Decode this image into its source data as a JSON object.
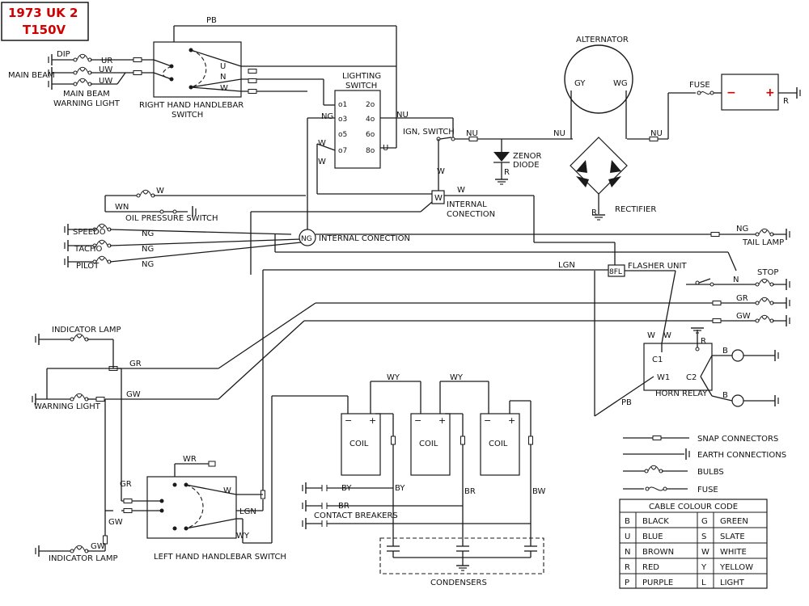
{
  "title": {
    "line1": "1973 UK 2",
    "line2": "T150V"
  },
  "components": {
    "dip": "DIP",
    "main_beam": "MAIN BEAM",
    "main_beam_warning_1": "MAIN BEAM",
    "main_beam_warning_2": "WARNING LIGHT",
    "rh_switch_1": "RIGHT HAND HANDLEBAR",
    "rh_switch_2": "SWITCH",
    "lighting_switch_1": "LIGHTING",
    "lighting_switch_2": "SWITCH",
    "ign_switch": "IGN, SWITCH",
    "alternator": "ALTERNATOR",
    "fuse": "FUSE",
    "zenor_1": "ZENOR",
    "zenor_2": "DIODE",
    "rectifier": "RECTIFIER",
    "oil_pressure": "OIL PRESSURE SWITCH",
    "internal_1": "INTERNAL",
    "internal_2": "CONECTION",
    "internal_conection": "INTERNAL CONECTION",
    "speedo": "SPEEDO",
    "tacho": "TACHO",
    "pilot": "PILOT",
    "tail_lamp": "TAIL LAMP",
    "flasher_unit": "FLASHER UNIT",
    "stop": "STOP",
    "indicator_lamp_top": "INDICATOR LAMP",
    "warning_light": "WARNING LIGHT",
    "horn_relay": "HORN RELAY",
    "coil": "COIL",
    "contact_breakers": "CONTACT  BREAKERS",
    "lh_switch": "LEFT HAND HANDLEBAR SWITCH",
    "indicator_lamp_bottom": "INDICATOR LAMP",
    "condensers": "CONDENSERS"
  },
  "terminals": {
    "gy": "GY",
    "wg": "WG",
    "r": "R",
    "ng_mark": "NG",
    "w_mark": "W",
    "fl_mark": "8FL",
    "c1": "C1",
    "c2": "C2",
    "w1": "W1",
    "b": "B",
    "minus": "−",
    "plus": "+",
    "sw1": "o1",
    "sw2": "2o",
    "sw3": "o3",
    "sw4": "4o",
    "sw5": "o5",
    "sw6": "6o",
    "sw7": "o7",
    "sw8": "8o"
  },
  "wire_labels": {
    "pb": "PB",
    "ur": "UR",
    "uw": "UW",
    "u": "U",
    "n": "N",
    "w": "W",
    "nu": "NU",
    "wn": "WN",
    "ng": "NG",
    "lgn": "LGN",
    "gr": "GR",
    "gw": "GW",
    "wy": "WY",
    "by": "BY",
    "br": "BR",
    "bw": "BW",
    "wr": "WR"
  },
  "legend": {
    "snap": "SNAP  CONNECTORS",
    "earth": "EARTH  CONNECTIONS",
    "bulbs": "BULBS",
    "fuse": "FUSE"
  },
  "colour_code": {
    "title": "CABLE  COLOUR  CODE",
    "rows": [
      {
        "c1": "B",
        "n1": "BLACK",
        "c2": "G",
        "n2": "GREEN"
      },
      {
        "c1": "U",
        "n1": "BLUE",
        "c2": "S",
        "n2": "SLATE"
      },
      {
        "c1": "N",
        "n1": "BROWN",
        "c2": "W",
        "n2": "WHITE"
      },
      {
        "c1": "R",
        "n1": "RED",
        "c2": "Y",
        "n2": "YELLOW"
      },
      {
        "c1": "P",
        "n1": "PURPLE",
        "c2": "L",
        "n2": "LIGHT"
      }
    ]
  },
  "colors": {
    "title_red": "#d00000",
    "line": "#1a1a1a"
  }
}
